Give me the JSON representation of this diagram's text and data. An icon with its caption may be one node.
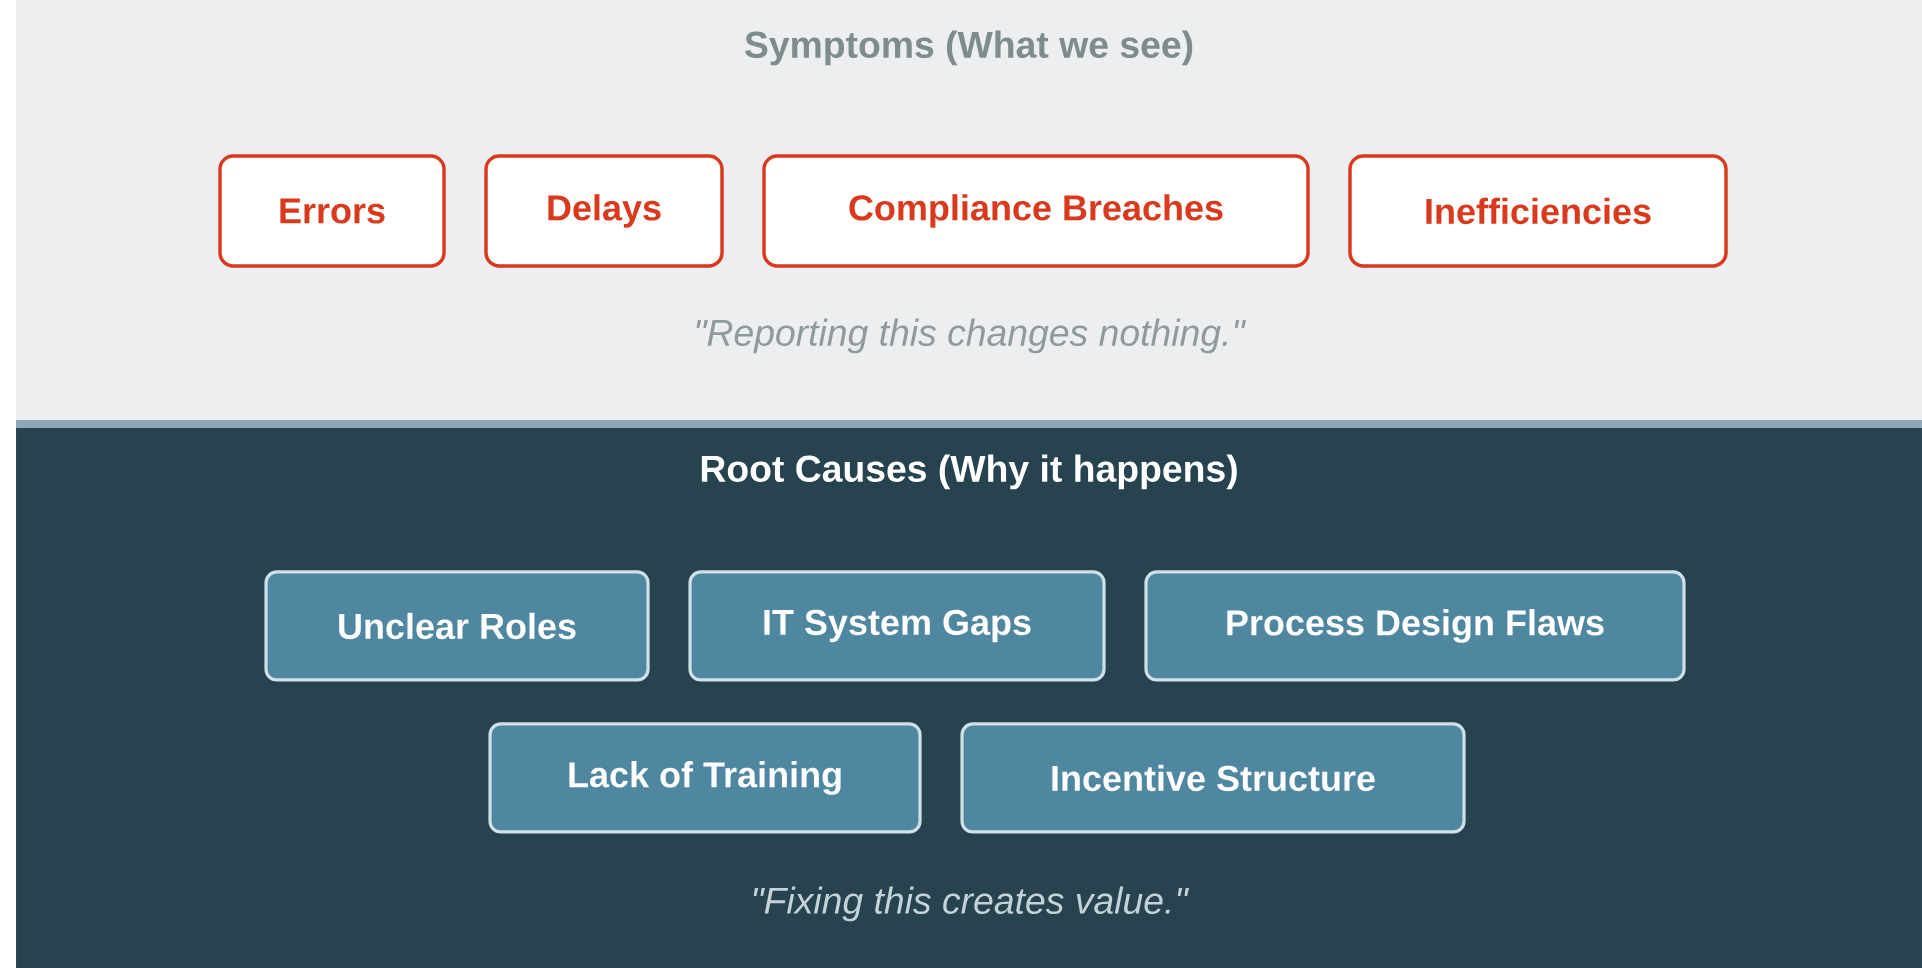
{
  "diagram": {
    "nodes": [
      {
        "text": [
          "Symptoms (What we see)",
          "\"Reporting this changes nothing.\""
        ]
      },
      {
        "text": [
          "Errors"
        ],
        "in": 0
      },
      {
        "text": [
          "Delays"
        ],
        "in": 0
      },
      {
        "text": [
          "Compliance Breaches"
        ],
        "in": 0
      },
      {
        "text": [
          "Inefficiencies"
        ],
        "in": 0
      },
      {
        "text": [
          "Root Causes (Why it happens)",
          "\"Fixing this creates value.\""
        ]
      },
      {
        "text": [
          "Unclear Roles"
        ],
        "in": 5
      },
      {
        "text": [
          "IT System Gaps"
        ],
        "in": 5
      },
      {
        "text": [
          "Process Design Flaws"
        ],
        "in": 5
      },
      {
        "text": [
          "Lack of Training"
        ],
        "in": 5
      },
      {
        "text": [
          "Incentive Structure"
        ],
        "in": 5
      }
    ]
  }
}
